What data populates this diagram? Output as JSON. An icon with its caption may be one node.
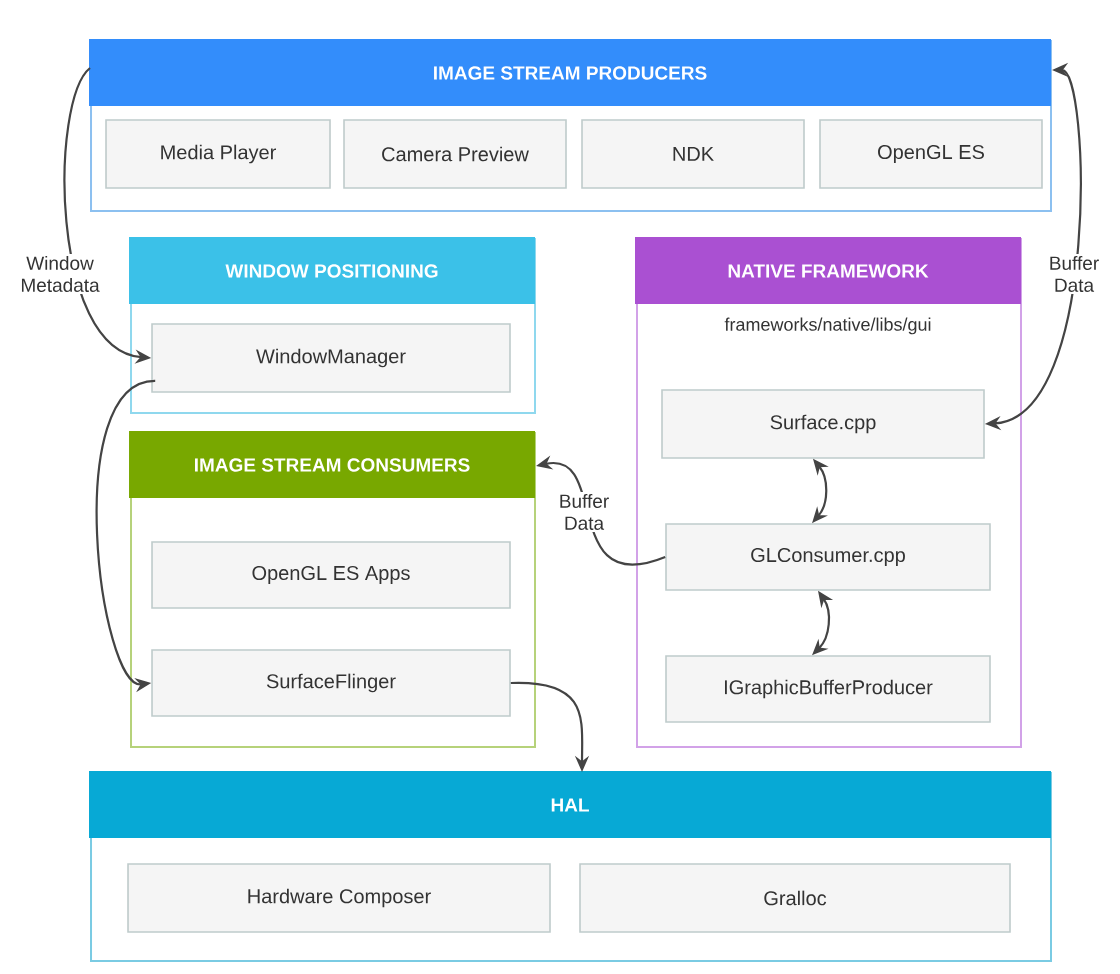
{
  "diagram": {
    "nodes": [
      {
        "text": [
          "IMAGE STREAM PRODUCERS"
        ]
      },
      {
        "text": [
          "Media Player"
        ],
        "in": 0
      },
      {
        "text": [
          "Camera Preview"
        ],
        "in": 0
      },
      {
        "text": [
          "NDK"
        ],
        "in": 0
      },
      {
        "text": [
          "OpenGL ES"
        ],
        "in": 0
      },
      {
        "text": [
          "WINDOW POSITIONING"
        ]
      },
      {
        "text": [
          "WindowManager"
        ],
        "in": 5
      },
      {
        "text": [
          "IMAGE STREAM CONSUMERS"
        ]
      },
      {
        "text": [
          "OpenGL ES Apps"
        ],
        "in": 7
      },
      {
        "text": [
          "SurfaceFlinger"
        ],
        "in": 7
      },
      {
        "text": [
          "NATIVE FRAMEWORK",
          "frameworks/native/libs/gui"
        ]
      },
      {
        "text": [
          "Surface.cpp"
        ],
        "in": 10
      },
      {
        "text": [
          "GLConsumer.cpp"
        ],
        "in": 10
      },
      {
        "text": [
          "IGraphicBufferProducer"
        ],
        "in": 10
      },
      {
        "text": [
          "HAL"
        ]
      },
      {
        "text": [
          "Hardware Composer"
        ],
        "in": 14
      },
      {
        "text": [
          "Gralloc"
        ],
        "in": 14
      }
    ],
    "edges": [
      {
        "from": 0,
        "to": 6,
        "arrow": "to",
        "label": "Window Metadata"
      },
      {
        "from": 6,
        "to": 9,
        "arrow": "to"
      },
      {
        "from": 11,
        "to": 0,
        "arrow": "both",
        "label": "Buffer Data"
      },
      {
        "from": 11,
        "to": 12,
        "arrow": "both"
      },
      {
        "from": 12,
        "to": 7,
        "arrow": "to",
        "label": "Buffer Data"
      },
      {
        "from": 12,
        "to": 13,
        "arrow": "both"
      },
      {
        "from": 9,
        "to": 14,
        "arrow": "to"
      }
    ]
  }
}
